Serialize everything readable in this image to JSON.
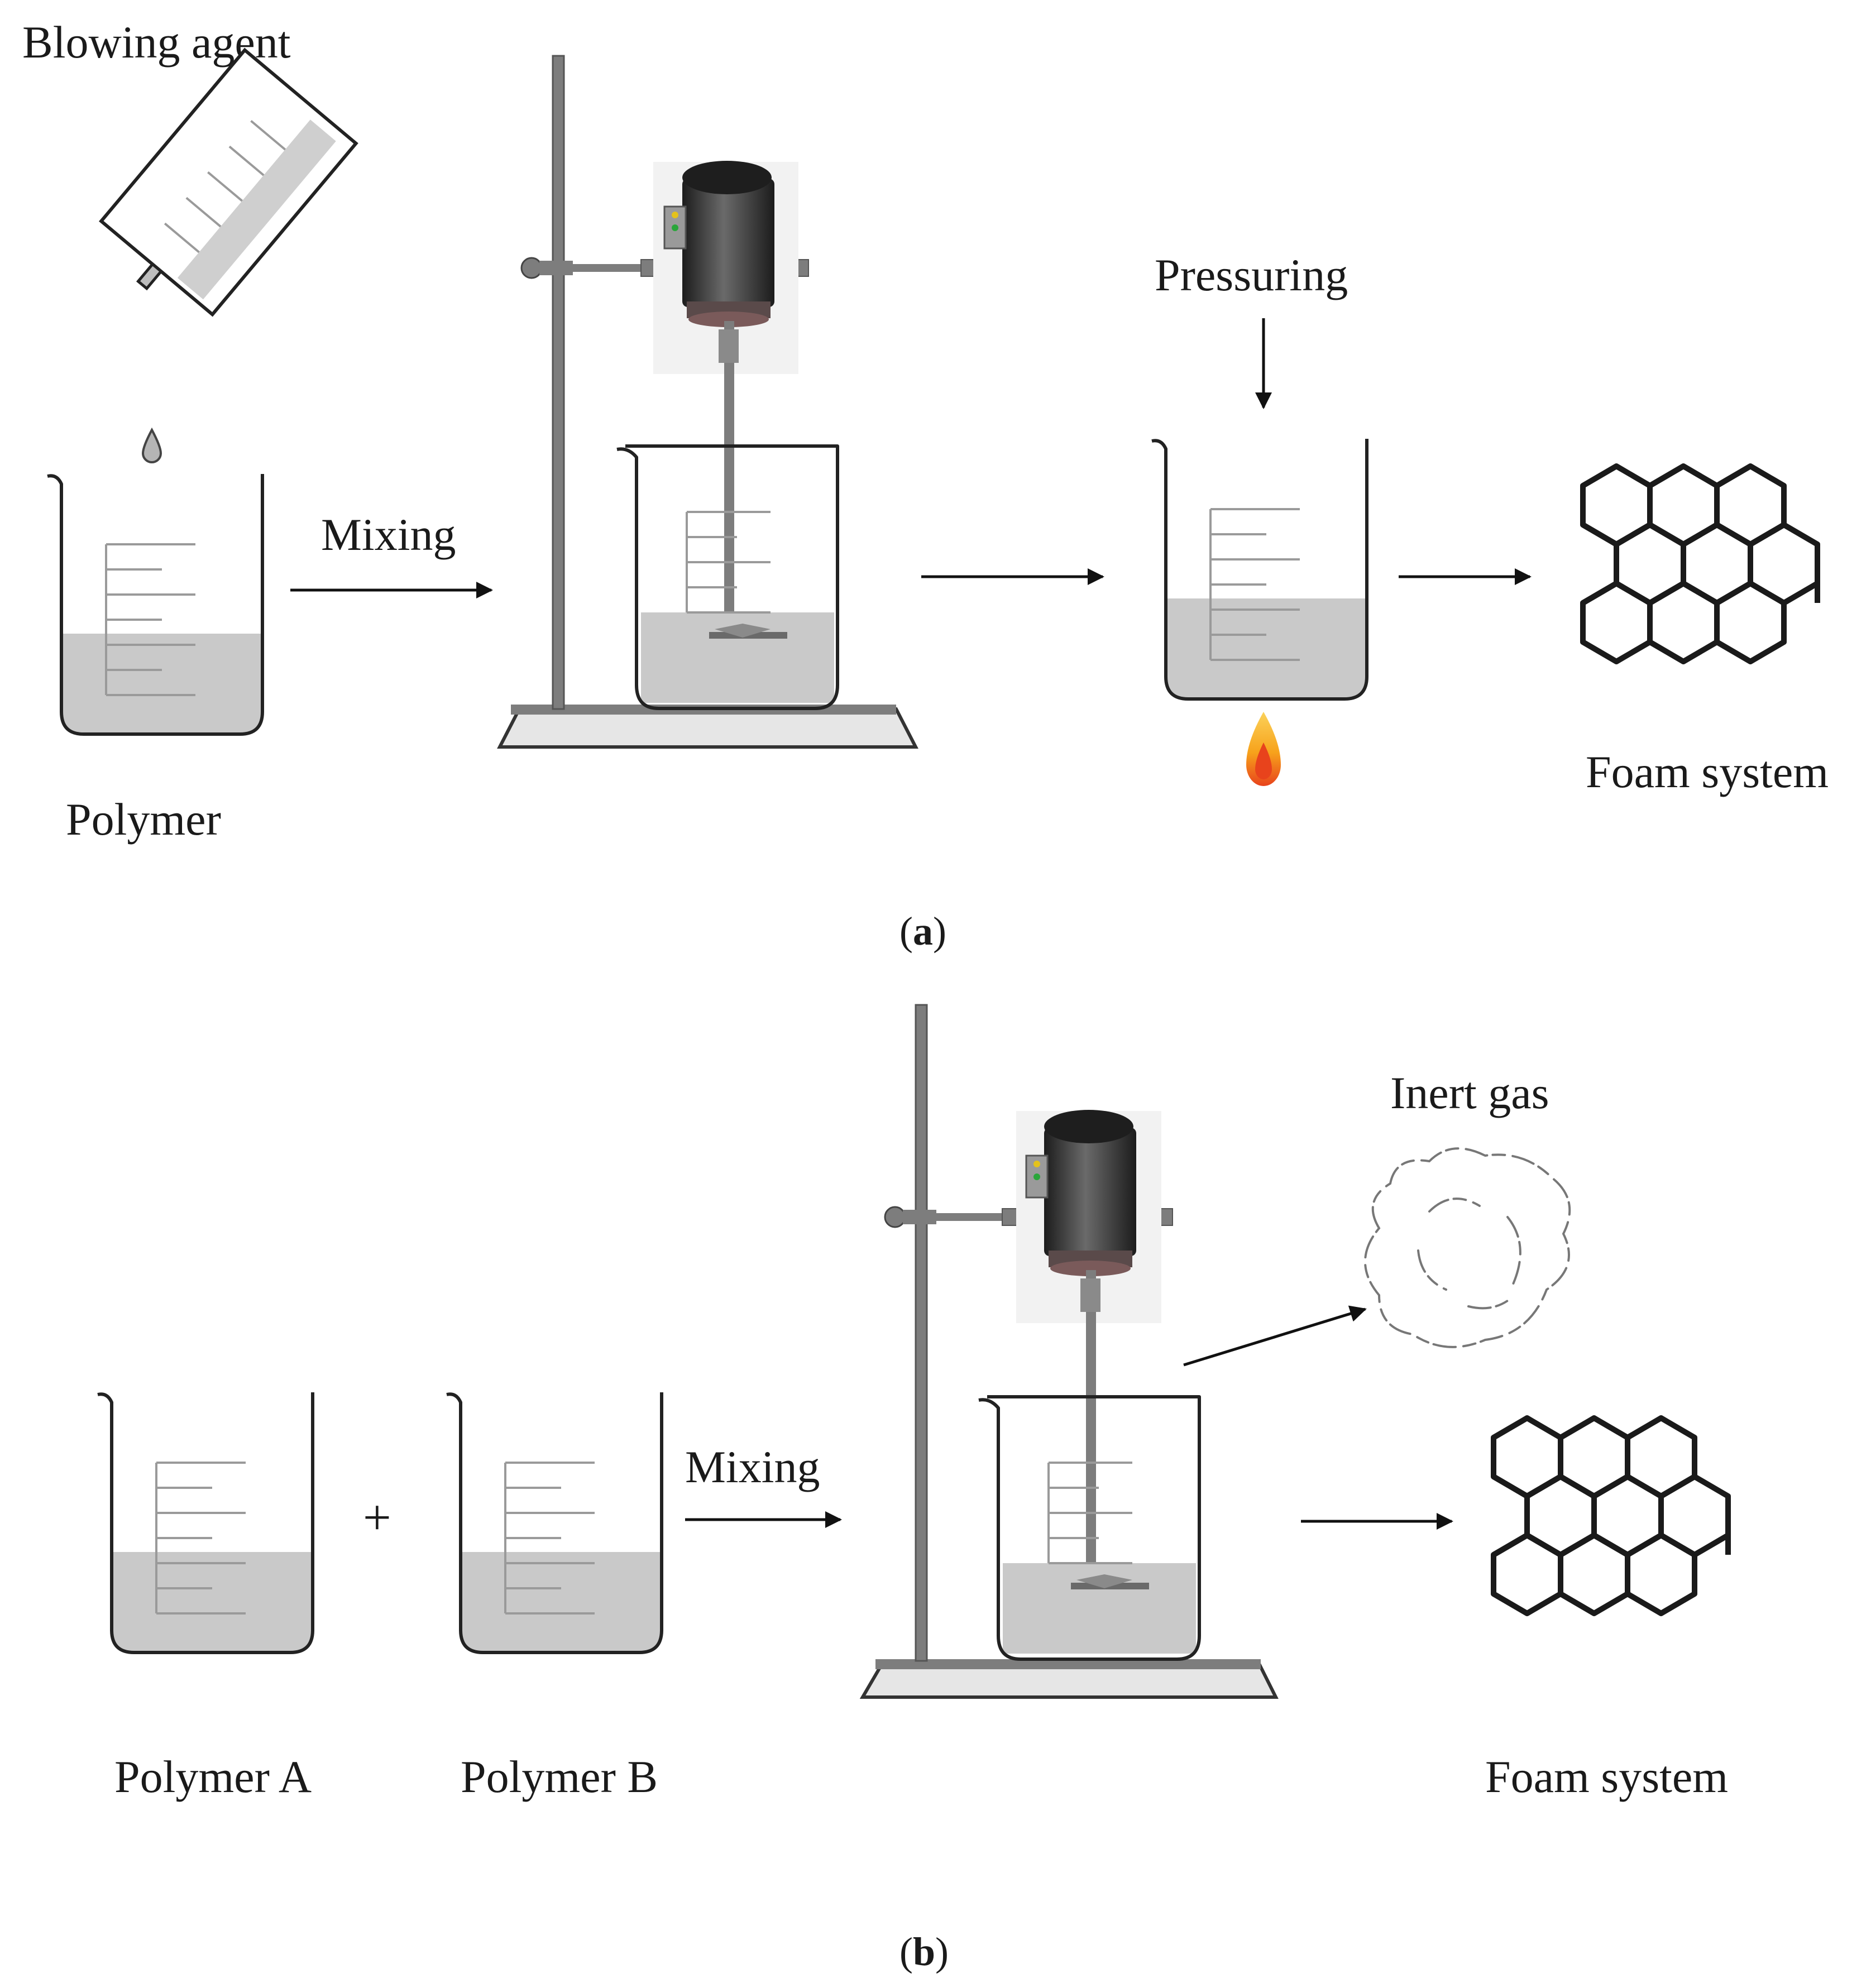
{
  "panel_a": {
    "blowing_agent_label": "Blowing agent",
    "polymer_label": "Polymer",
    "mixing_label": "Mixing",
    "pressuring_label": "Pressuring",
    "foam_label": "Foam system",
    "caption_open": "(",
    "caption_letter": "a",
    "caption_close": ")"
  },
  "panel_b": {
    "polymer_a_label": "Polymer A",
    "polymer_b_label": "Polymer B",
    "plus_sign": "+",
    "mixing_label": "Mixing",
    "inert_gas_label": "Inert gas",
    "foam_label": "Foam system",
    "caption_open": "(",
    "caption_letter": "b",
    "caption_close": ")"
  },
  "colors": {
    "liquid": "#c9c9c9",
    "stand": "#7d7d7d",
    "motor": "#2b2b2b",
    "flame_outer": "#f7a21b",
    "flame_inner": "#e8431c"
  },
  "icons": [
    "graduated-cylinder-icon",
    "droplet-icon",
    "beaker-icon",
    "overhead-stirrer-icon",
    "flame-icon",
    "honeycomb-foam-icon",
    "gas-cloud-icon"
  ]
}
